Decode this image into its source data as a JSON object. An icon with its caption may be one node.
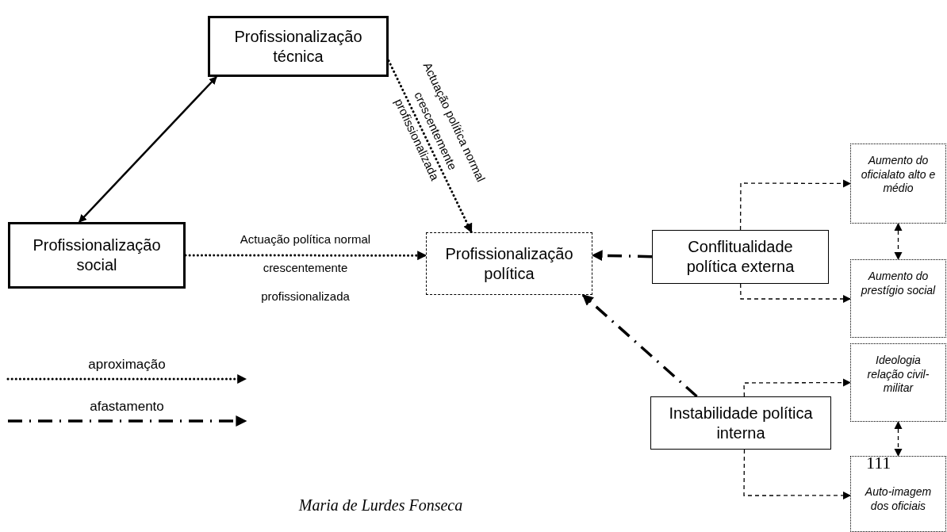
{
  "diagram": {
    "nodes": [
      {
        "text": [
          "Profissionalização técnica"
        ]
      },
      {
        "text": [
          "Profissionalização social"
        ]
      },
      {
        "text": [
          "Profissionalização política"
        ]
      },
      {
        "text": [
          "Conflitualidade política externa"
        ]
      },
      {
        "text": [
          "Instabilidade política interna"
        ]
      },
      {
        "text": [
          "Aumento do oficialato alto e médio"
        ]
      },
      {
        "text": [
          "Aumento do prestígio social"
        ]
      },
      {
        "text": [
          "Ideologia relação civil-militar"
        ]
      },
      {
        "text": [
          "Auto-imagem dos oficiais"
        ]
      }
    ],
    "edges": [
      {
        "from": 0,
        "to": 1,
        "arrow": "both"
      },
      {
        "from": 0,
        "to": 2,
        "arrow": "to",
        "style": "dashed",
        "label": "Actuação política normal crescentemente profissionalizada"
      },
      {
        "from": 1,
        "to": 2,
        "arrow": "to",
        "style": "dashed",
        "label": "Actuação política normal crescentemente profissionalizada"
      },
      {
        "from": 3,
        "to": 2,
        "arrow": "to",
        "style": "dashed"
      },
      {
        "from": 4,
        "to": 2,
        "arrow": "to",
        "style": "dashed"
      },
      {
        "from": 3,
        "to": 5,
        "arrow": "to",
        "style": "dashed"
      },
      {
        "from": 3,
        "to": 6,
        "arrow": "to",
        "style": "dashed"
      },
      {
        "from": 4,
        "to": 7,
        "arrow": "to",
        "style": "dashed"
      },
      {
        "from": 4,
        "to": 8,
        "arrow": "to",
        "style": "dashed"
      },
      {
        "from": 5,
        "to": 6,
        "arrow": "both",
        "style": "dashed"
      },
      {
        "from": 7,
        "to": 8,
        "arrow": "both",
        "style": "dashed"
      }
    ],
    "labels": [
      "111",
      "Maria de Lurdes Fonseca"
    ],
    "legend": [
      {
        "text": "aproximação"
      },
      {
        "text": "afastamento"
      }
    ]
  }
}
